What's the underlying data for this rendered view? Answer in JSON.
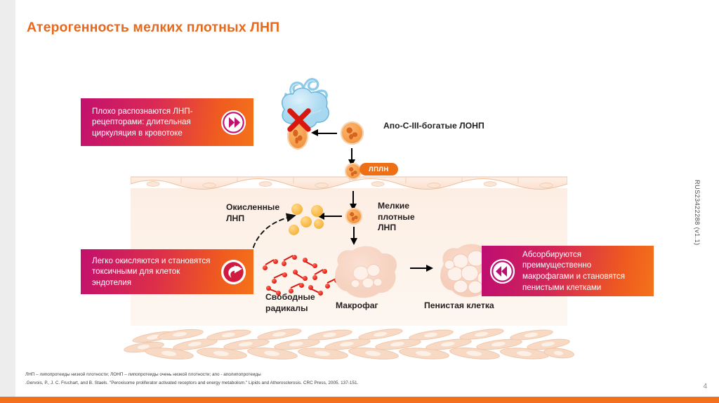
{
  "slide": {
    "title": "Атерогенность мелких плотных ЛНП",
    "page_number": "4",
    "doc_code": "RUS23422288 (v1.1)",
    "accent_orange": "#e8691c",
    "accent_magenta": "#c2106e",
    "rail_gray": "#ededee"
  },
  "callouts": [
    {
      "id": "poorly-recognized",
      "text": "Плохо распознаются ЛНП-рецепторами: длительная циркуляция в кровотоке",
      "icon": "double-chevron-right-icon",
      "gradient_from": "#c2106e",
      "gradient_to": "#f4731a"
    },
    {
      "id": "easily-oxidized",
      "text": "Легко окисляются и становятся токсичными для  клеток эндотелия",
      "icon": "circular-arrow-icon",
      "gradient_from": "#c2106e",
      "gradient_to": "#f4731a"
    },
    {
      "id": "absorbed-by-macrophages",
      "text": "Абсорбируются преимущественно макрофагами и становятся пенистыми клетками",
      "icon": "double-chevron-left-icon",
      "gradient_from": "#bd0d72",
      "gradient_to": "#f4731a"
    }
  ],
  "diagram": {
    "receptor_label": "",
    "vldl_label": "Апо-C-III-богатые ЛОНП",
    "lpl_pill": "ЛПЛН",
    "oxidized_label": "Окисленные\nЛНП",
    "oxidized_label_l1": "Окисленные",
    "oxidized_label_l2": "ЛНП",
    "sdldl_label_l1": "Мелкие",
    "sdldl_label_l2": "плотные",
    "sdldl_label_l3": "ЛНП",
    "radicals_label_l1": "Свободные",
    "radicals_label_l2": "радикалы",
    "macrophage_label": "Макрофаг",
    "foamcell_label": "Пенистая клетка",
    "blocked_marker": "red-x-icon"
  },
  "footnotes": {
    "abbrev": "ЛНП – липопротеиды низкой плотности; ЛОНП – липопротеиды очень низкой плотности; апо - аполипопротеиды",
    "citation": ".Gervois, P., J. C. Fruchart, and B. Staels. \"Peroxisome proliferator activated receptors and energy metabolism.\" Lipids and Atherosclerosis. CRC Press, 2005. 137-151."
  }
}
